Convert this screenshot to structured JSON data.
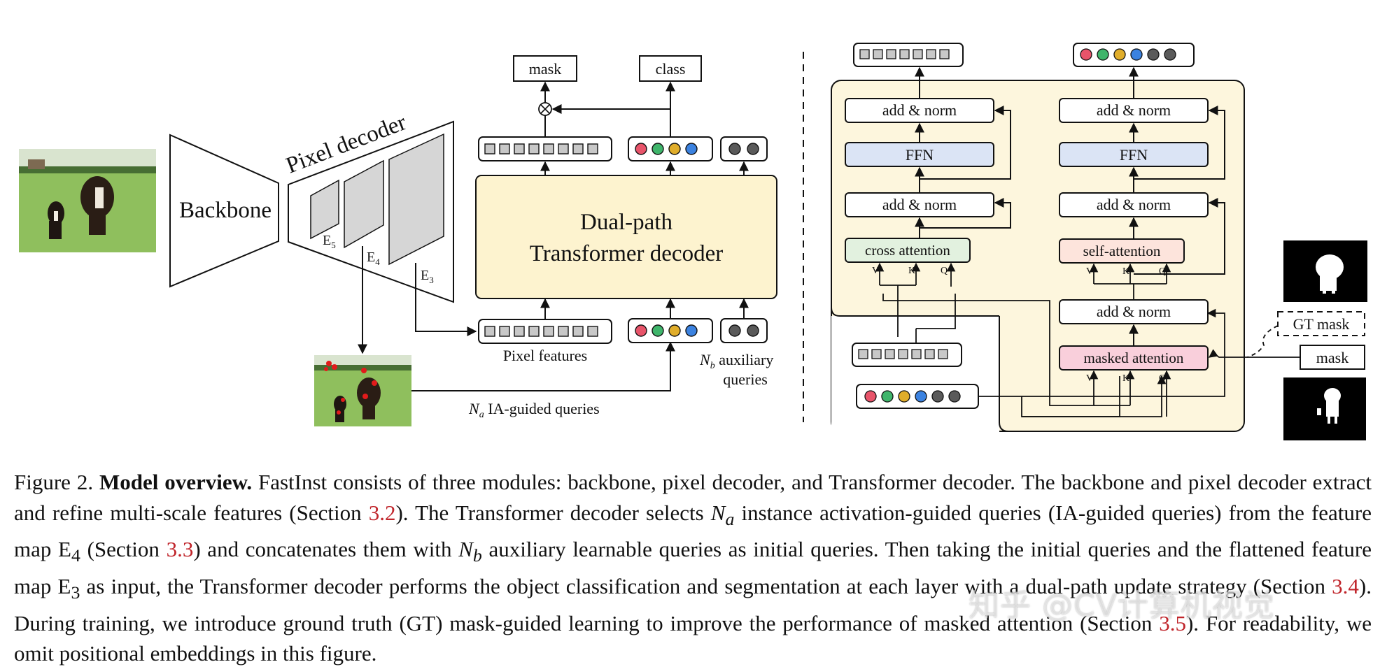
{
  "diagram": {
    "backbone_label": "Backbone",
    "pixel_decoder_label": "Pixel decoder",
    "e5_label": "E",
    "e5_sub": "5",
    "e4_label": "E",
    "e4_sub": "4",
    "e3_label": "E",
    "e3_sub": "3",
    "mask_label": "mask",
    "class_label": "class",
    "transformer_line1": "Dual-path",
    "transformer_line2": "Transformer decoder",
    "pixel_features_label": "Pixel features",
    "aux_label_sym": "N",
    "aux_label_sub": "b",
    "aux_label_rest": " auxiliary",
    "aux_label_line2": "queries",
    "ia_label_sym": "N",
    "ia_label_sub": "a",
    "ia_label_rest": " IA-guided queries",
    "left_stack": {
      "add_norm_top": "add & norm",
      "ffn": "FFN",
      "add_norm_mid": "add & norm",
      "cross_attention": "cross attention",
      "v": "V",
      "k": "K",
      "q": "Q"
    },
    "right_stack": {
      "add_norm_top": "add & norm",
      "ffn": "FFN",
      "add_norm_2": "add & norm",
      "self_attention": "self-attention",
      "add_norm_3": "add & norm",
      "masked_attention": "masked attention",
      "v": "V",
      "k": "K",
      "q": "Q"
    },
    "gt_mask_label": "GT mask",
    "mask_box_label": "mask",
    "query_colors": [
      "#e8546a",
      "#3fb56b",
      "#e0ad2a",
      "#3b82e0"
    ],
    "aux_color": "#5a5a5a",
    "token_color": "#c8c8c8",
    "transformer_fill": "#fdf3cf",
    "ffn_fill": "#dbe4f5",
    "cross_fill": "#e2f1df",
    "self_fill": "#fde4dc",
    "masked_fill": "#f9cfdb",
    "panel_fill": "#fdf6dd"
  },
  "caption": {
    "fig_label": "Figure 2.",
    "bold_title": "Model overview.",
    "seg1": " FastInst consists of three modules: backbone, pixel decoder, and Transformer decoder. The backbone and pixel decoder extract and refine multi-scale features (Section ",
    "ref1": "3.2",
    "seg2": "). The Transformer decoder selects ",
    "na_sym": "N",
    "na_sub": "a",
    "seg3": " instance activation-guided queries (IA-guided queries) from the feature map E",
    "e4_sub": "4",
    "seg4": " (Section ",
    "ref2": "3.3",
    "seg5": ") and concatenates them with ",
    "nb_sym": "N",
    "nb_sub": "b",
    "seg6": " auxiliary learnable queries as initial queries. Then taking the initial queries and the flattened feature map E",
    "e3_sub": "3",
    "seg7": " as input, the Transformer decoder performs the object classification and segmentation at each layer with a dual-path update strategy (Section ",
    "ref3": "3.4",
    "seg8": "). During training, we introduce ground truth (GT) mask-guided learning to improve the performance of masked attention (Section ",
    "ref4": "3.5",
    "seg9": "). For readability, we omit positional embeddings in this figure."
  },
  "watermark": "知乎 @CV计算机视觉"
}
